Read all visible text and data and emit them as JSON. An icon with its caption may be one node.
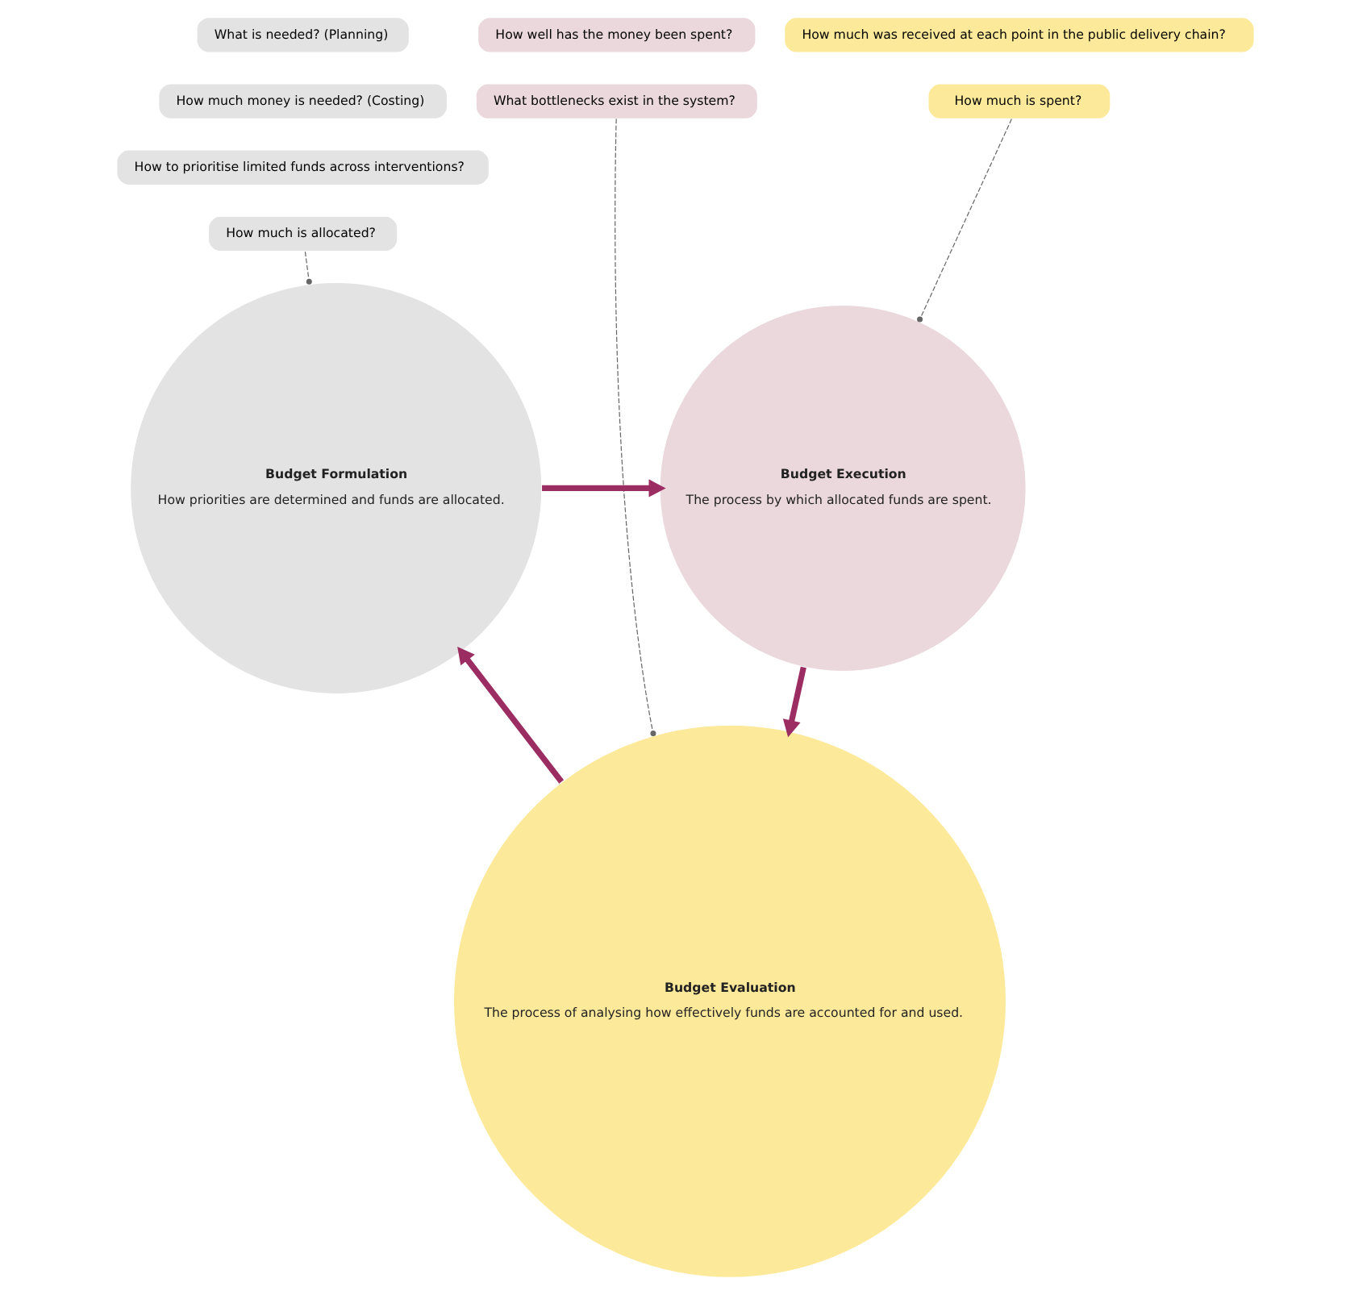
{
  "diagram": {
    "nodes": [
      {
        "text": [
          "What is needed? (Planning)"
        ]
      },
      {
        "text": [
          "How much money is needed? (Costing)"
        ]
      },
      {
        "text": [
          "How to prioritise limited funds across interventions?"
        ]
      },
      {
        "text": [
          "How much is allocated?"
        ]
      },
      {
        "text": [
          "How well has the money been spent?"
        ]
      },
      {
        "text": [
          "What bottlenecks exist in the system?"
        ]
      },
      {
        "text": [
          "How much was received at each point in the public delivery chain?"
        ]
      },
      {
        "text": [
          "How much is spent?"
        ]
      },
      {
        "text": [
          "Budget Formulation",
          "How priorities are determined and funds are allocated."
        ]
      },
      {
        "text": [
          "Budget Execution",
          "The process by which allocated funds are spent."
        ]
      },
      {
        "text": [
          "Budget Evaluation",
          "The process of analysing how effectively funds are accounted for and used."
        ]
      }
    ],
    "edges": [
      {
        "from": 3,
        "to": 8,
        "arrow": "other",
        "style": "dashed"
      },
      {
        "from": 5,
        "to": 10,
        "arrow": "other",
        "style": "dashed"
      },
      {
        "from": 7,
        "to": 9,
        "arrow": "other",
        "style": "dashed"
      },
      {
        "from": 8,
        "to": 9,
        "arrow": "to",
        "style": "thick",
        "color": "#9b2d63"
      },
      {
        "from": 9,
        "to": 10,
        "arrow": "to",
        "style": "thick",
        "color": "#9b2d63"
      },
      {
        "from": 10,
        "to": 8,
        "arrow": "to",
        "style": "thick",
        "color": "#9b2d63"
      }
    ]
  }
}
